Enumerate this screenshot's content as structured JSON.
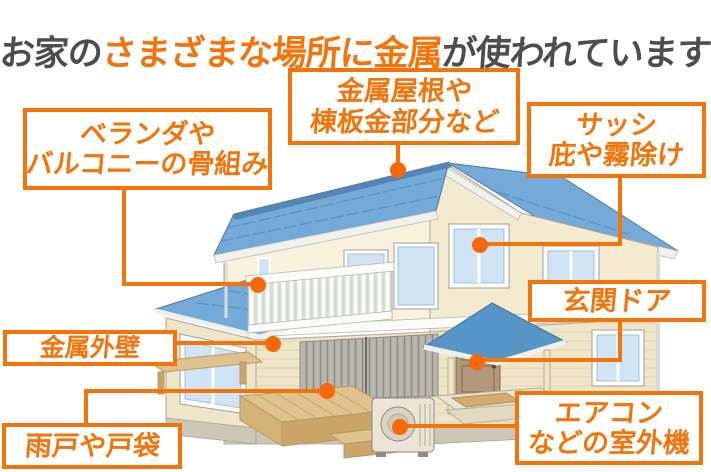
{
  "title": {
    "prefix": "お家の",
    "highlight": "さまざまな場所に金属",
    "suffix": "が使われています"
  },
  "labels": {
    "roof": {
      "lines": [
        "金属屋根や",
        "棟板金部分など"
      ]
    },
    "veranda": {
      "lines": [
        "ベランダや",
        "バルコニーの骨組み"
      ]
    },
    "sash": {
      "lines": [
        "サッシ",
        "庇や霧除け"
      ]
    },
    "door": {
      "lines": [
        "玄関ドア"
      ]
    },
    "wall": {
      "lines": [
        "金属外壁"
      ]
    },
    "shutter": {
      "lines": [
        "雨戸や戸袋"
      ]
    },
    "aircon": {
      "lines": [
        "エアコン",
        "などの室外機"
      ]
    }
  },
  "colors": {
    "orange": "#f2740b",
    "dot": "#f7680b",
    "title": "#4d4d4d",
    "roof": "#74a9d8",
    "roof_dark": "#5795c7",
    "wall": "#f8f1dc",
    "wall_shade": "#f3ebd0",
    "wall_lower": "#efe6c9",
    "glass": "#cfe4f4"
  }
}
